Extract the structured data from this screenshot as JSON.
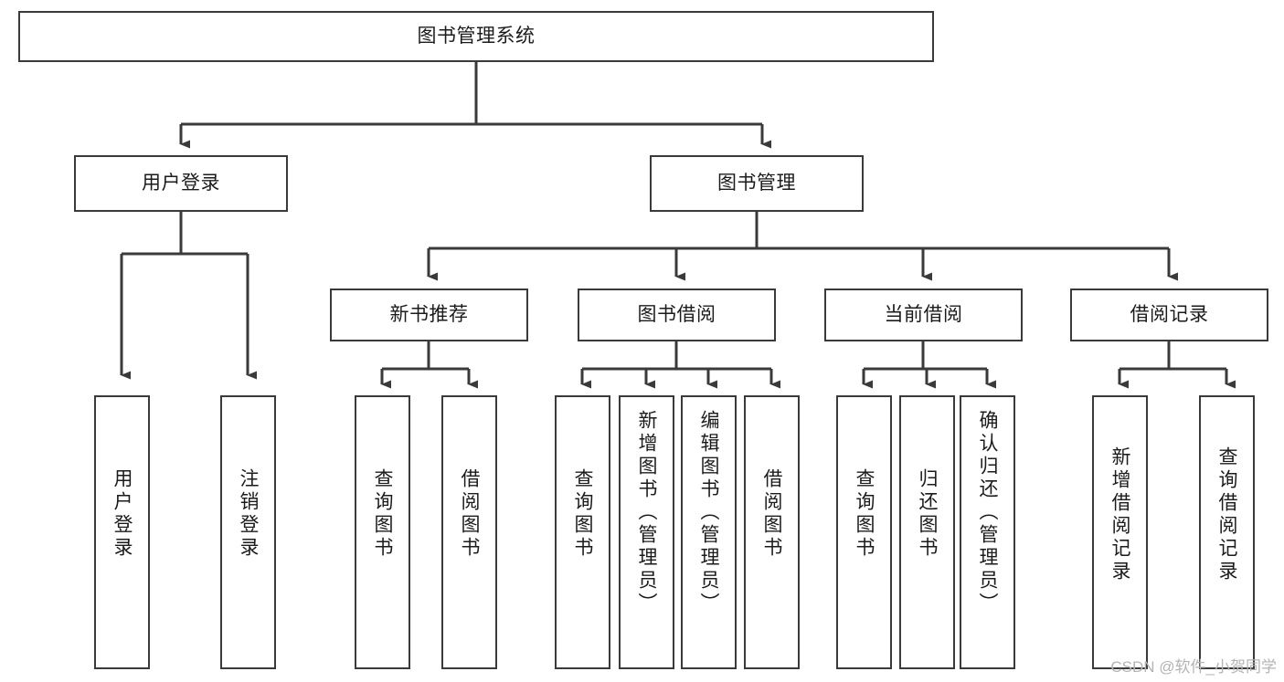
{
  "diagram": {
    "title": "图书管理系统",
    "type": "tree",
    "watermark": "CSDN @软件_小贺同学",
    "stroke_color": "#3a3a3a",
    "text_color": "#1b1b1b",
    "background": "#ffffff",
    "root": {
      "label": "图书管理系统"
    },
    "level2": [
      {
        "label": "用户登录"
      },
      {
        "label": "图书管理"
      }
    ],
    "level3": [
      {
        "label": "新书推荐"
      },
      {
        "label": "图书借阅"
      },
      {
        "label": "当前借阅"
      },
      {
        "label": "借阅记录"
      }
    ],
    "leaves": {
      "user_login": [
        {
          "label": "用户登录"
        },
        {
          "label": "注销登录"
        }
      ],
      "new_book": [
        {
          "label": "查询图书"
        },
        {
          "label": "借阅图书"
        }
      ],
      "book_borrow": [
        {
          "label": "查询图书"
        },
        {
          "label": "新增图书（管理员）"
        },
        {
          "label": "编辑图书（管理员）"
        },
        {
          "label": "借阅图书"
        }
      ],
      "current_borrow": [
        {
          "label": "查询图书"
        },
        {
          "label": "归还图书"
        },
        {
          "label": "确认归还（管理员）"
        }
      ],
      "borrow_record": [
        {
          "label": "新增借阅记录"
        },
        {
          "label": "查询借阅记录"
        }
      ]
    }
  }
}
